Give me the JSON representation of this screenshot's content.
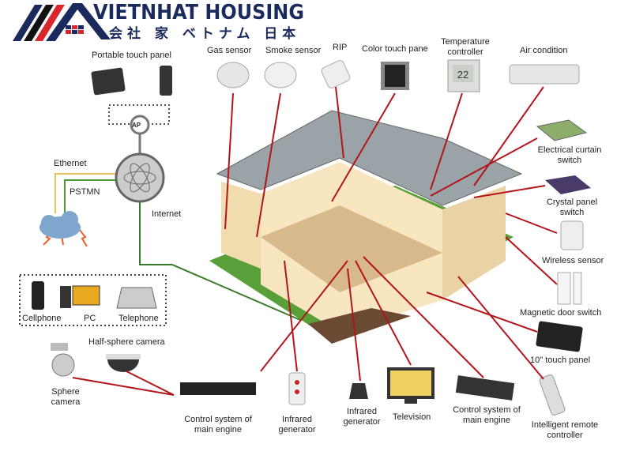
{
  "logo": {
    "name": "VIETNHAT HOUSING",
    "subtitle": "会社 家 ベトナム 日本"
  },
  "network": {
    "ap": "AP",
    "ethernet": "Ethernet",
    "pstmn": "PSTMN",
    "internet": "Internet"
  },
  "remote_devices": [
    "Cellphone",
    "PC",
    "Telephone"
  ],
  "devices_top": [
    "Portable touch panel",
    "Gas sensor",
    "Smoke sensor",
    "RIP",
    "Color touch pane",
    "Temperature controller",
    "Air condition"
  ],
  "temperature_value": "22",
  "devices_right": [
    "Electrical curtain switch",
    "Crystal panel switch",
    "Wireless sensor",
    "Magnetic door switch",
    "10\" touch panel",
    "Intelligent remote controller"
  ],
  "devices_bottom": [
    "Half-sphere camera",
    "Sphere camera",
    "Control system of main engine",
    "Infrared generator",
    "Infrared generator",
    "Television",
    "Control system of main engine"
  ],
  "colors": {
    "logo": "#1b2a5c",
    "logo_red": "#d9262c",
    "line_red": "#b3151b",
    "ethernet": "#e6c35a",
    "pstmn": "#4f9a3a"
  }
}
